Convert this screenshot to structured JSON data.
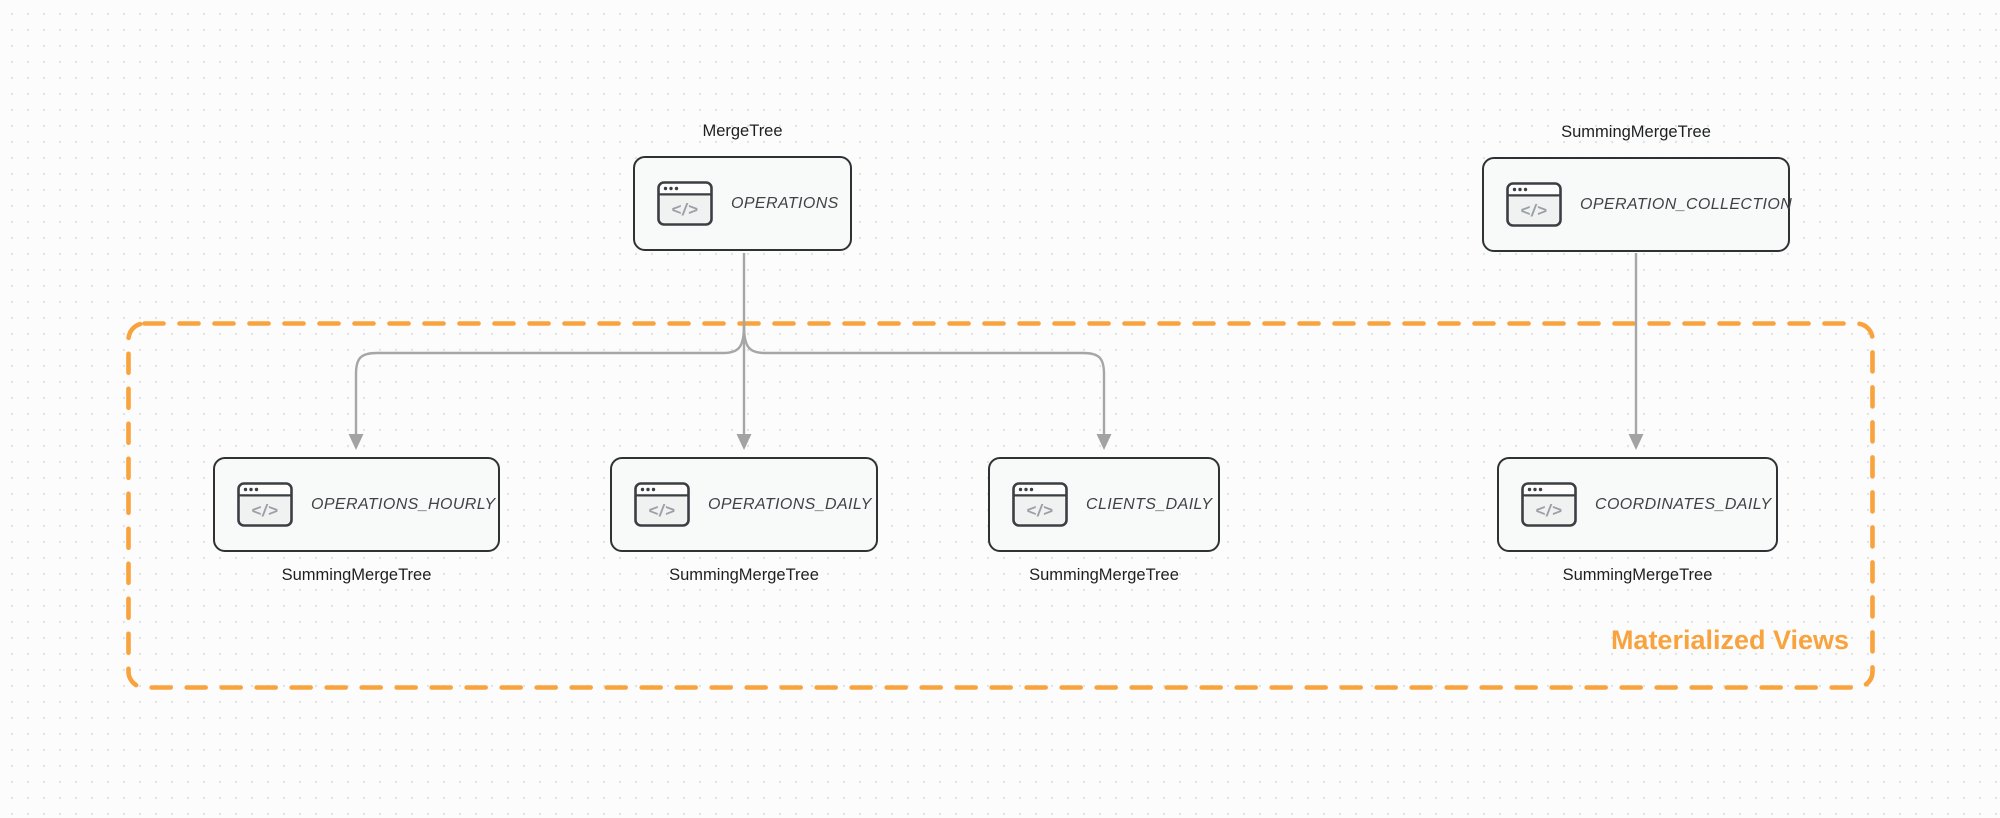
{
  "diagram": {
    "nodes": [
      {
        "id": "operations",
        "top_label": "MergeTree",
        "title": "OPERATIONS"
      },
      {
        "id": "operation-collection",
        "top_label": "SummingMergeTree",
        "title": "OPERATION_COLLECTION"
      },
      {
        "id": "operations-hourly",
        "title": "OPERATIONS_HOURLY",
        "bottom_label": "SummingMergeTree"
      },
      {
        "id": "operations-daily",
        "title": "OPERATIONS_DAILY",
        "bottom_label": "SummingMergeTree"
      },
      {
        "id": "clients-daily",
        "title": "CLIENTS_DAILY",
        "bottom_label": "SummingMergeTree"
      },
      {
        "id": "coordinates-daily",
        "title": "COORDINATES_DAILY",
        "bottom_label": "SummingMergeTree"
      }
    ],
    "group_label": "Materialized Views",
    "icons": {
      "node_icon": "code-window-icon",
      "glyph": "</>"
    },
    "colors": {
      "accent_orange": "#f8a33d",
      "node_border": "#2e3235",
      "node_background": "#f8f9f9",
      "arrow_gray": "#a6a6a6",
      "icon_glyph_gray": "#9aa0a6",
      "label_text": "#1d1f21",
      "canvas_background": "#fcfcfc"
    }
  }
}
